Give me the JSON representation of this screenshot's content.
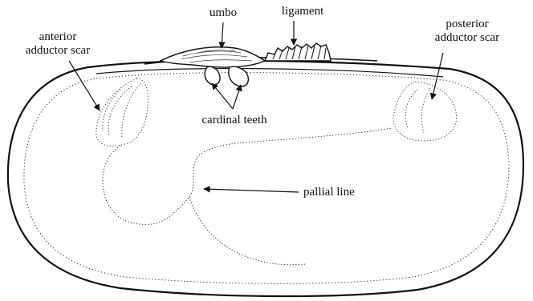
{
  "labels": {
    "umbo": "umbo",
    "ligament": "ligament",
    "anterior_line1": "anterior",
    "anterior_line2": "adductor scar",
    "posterior_line1": "posterior",
    "posterior_line2": "adductor scar",
    "cardinal_teeth": "cardinal teeth",
    "pallial_line": "pallial line"
  },
  "colors": {
    "ink": "#111111",
    "background": "#ffffff"
  }
}
